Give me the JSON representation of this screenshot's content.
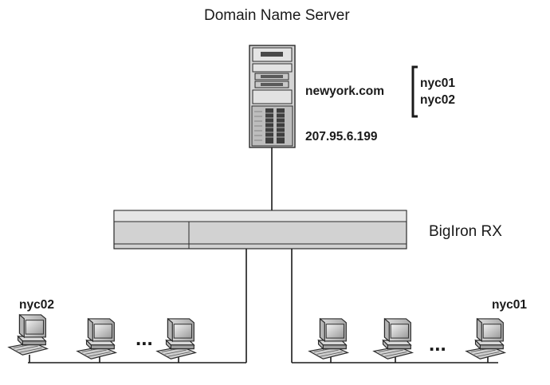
{
  "diagram": {
    "title": "Domain Name Server",
    "dns": {
      "domain": "newyork.com",
      "ip": "207.95.6.199",
      "hosts": [
        "nyc01",
        "nyc02"
      ]
    },
    "router_label": "BigIron RX",
    "left_host_label": "nyc02",
    "right_host_label": "nyc01",
    "ellipsis": "..."
  }
}
